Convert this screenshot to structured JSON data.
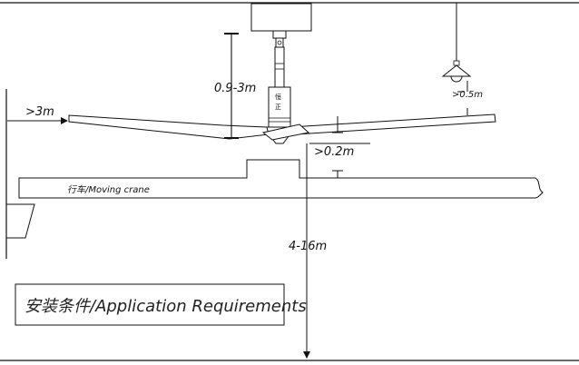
{
  "title": "安装条件/Application Requirements",
  "labels": {
    "drop_height": "0.9-3m",
    "wall_clearance": ">3m",
    "light_clearance": ">0.5m",
    "crane_clearance": ">0.2m",
    "mount_height": "4-16m",
    "crane": "行车/Moving crane",
    "fan_logo": "恒正"
  }
}
